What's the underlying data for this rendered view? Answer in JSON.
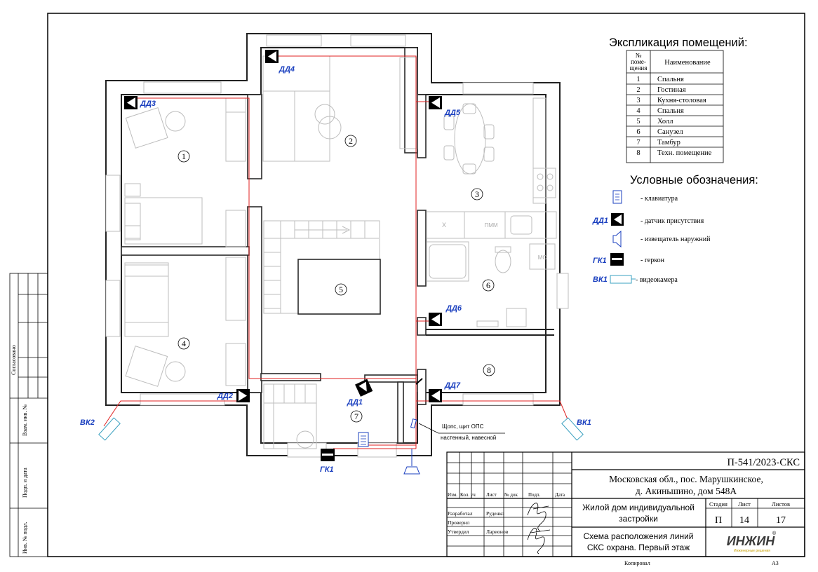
{
  "explication": {
    "title": "Экспликация помещений:",
    "header_num": [
      "№",
      "поме-",
      "щения"
    ],
    "header_name": "Наименование",
    "rows": [
      {
        "num": "1",
        "name": "Спальня"
      },
      {
        "num": "2",
        "name": "Гостиная"
      },
      {
        "num": "3",
        "name": "Кухня-столовая"
      },
      {
        "num": "4",
        "name": "Спальня"
      },
      {
        "num": "5",
        "name": "Холл"
      },
      {
        "num": "6",
        "name": "Санузел"
      },
      {
        "num": "7",
        "name": "Тамбур"
      },
      {
        "num": "8",
        "name": "Техн. помещение"
      }
    ]
  },
  "legend": {
    "title": "Условные обозначения:",
    "items": [
      {
        "code": "",
        "text": "- клавиатура",
        "icon": "keypad-icon"
      },
      {
        "code": "ДД1",
        "text": "- датчик присутствия",
        "icon": "presence-sensor-icon"
      },
      {
        "code": "",
        "text": "- извещатель наружний",
        "icon": "outdoor-sounder-icon"
      },
      {
        "code": "ГК1",
        "text": "- геркон",
        "icon": "reed-switch-icon"
      },
      {
        "code": "ВК1",
        "text": "- видеокамера",
        "icon": "camera-icon"
      }
    ]
  },
  "plan": {
    "rooms": [
      "1",
      "2",
      "3",
      "4",
      "5",
      "6",
      "7",
      "8"
    ],
    "sensors": [
      "ДД1",
      "ДД2",
      "ДД3",
      "ДД4",
      "ДД5",
      "ДД6",
      "ДД7"
    ],
    "reed": "ГК1",
    "cameras": [
      "ВК1",
      "ВК2"
    ],
    "panel_note": [
      "Щопс, щит ОПС",
      "настенный, навесной"
    ],
    "appliances": {
      "dishwasher": "ПММ",
      "washer": "МС",
      "sink_x": "X"
    }
  },
  "stamp": {
    "doc_code": "П-541/2023-СКС",
    "address_1": "Московская обл., пос. Марушкинское,",
    "address_2": "д. Акиньшино, дом 548А",
    "object_1": "Жилой дом индивидуальной",
    "object_2": "застройки",
    "col_stage": "Стадия",
    "col_sheet": "Лист",
    "col_sheets": "Листов",
    "stage": "П",
    "sheet": "14",
    "sheets": "17",
    "drawing_1": "Схема расположения линий",
    "drawing_2": "СКС охрана. Первый этаж",
    "logo": "ИНЖИН",
    "logo_sub": "Инженерные решения",
    "header_cols": [
      "Изм.",
      "Кол. уч",
      "Лист",
      "№ док",
      "Подп.",
      "Дата"
    ],
    "roles": [
      {
        "role": "Разработал",
        "name": "Руденко"
      },
      {
        "role": "Проверил",
        "name": ""
      },
      {
        "role": "Утвердил",
        "name": "Ларионов"
      }
    ],
    "copied": "Копировал",
    "format": "А3"
  },
  "side_stamp": {
    "agreed": "Согласовано",
    "inv_replace": "Взам. инв. №",
    "sign_date": "Подп. и дата",
    "inv_orig": "Инв. № подл."
  }
}
